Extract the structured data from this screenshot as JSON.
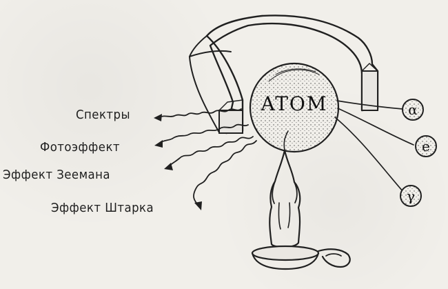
{
  "labels": {
    "spectra": "Спектры",
    "photo": "Фотоэффект",
    "zeeman": "Эффект Зеемана",
    "stark": "Эффект Штарка"
  },
  "atom": {
    "text": "ATOM"
  },
  "particles": {
    "alpha": "α",
    "electron": "e",
    "gamma": "γ"
  },
  "colors": {
    "ink": "#202020",
    "paper": "#f1efea"
  }
}
